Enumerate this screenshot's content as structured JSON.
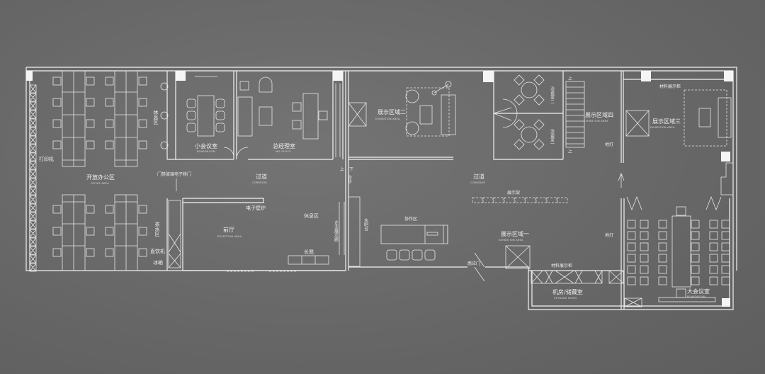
{
  "colors": {
    "background": "#6a6a6a",
    "lines": "#f2f2f2"
  },
  "rooms": {
    "printer": "打印机",
    "office_cn": "开放办公区",
    "office_en": "OFFICE AREA",
    "rest_vertical": "休息区",
    "small_board_cn": "小会议室",
    "small_board_en": "BOARDROOM",
    "md_cn": "总经理室",
    "md_en": "MD OFFICE",
    "glass_door": "门禁玻璃电子移门",
    "corridor1_cn": "过道",
    "corridor1_en": "CORRIDOR",
    "fireplace": "电子壁炉",
    "rest2": "休息区",
    "reception_cn": "前厅",
    "reception_en": "RECEPTION AREA",
    "bench": "长凳",
    "tea": "茶水区",
    "water": "直饮机",
    "fridge": "冰箱",
    "gallery": "企业展示廊",
    "bar": "水吧台",
    "up1": "上",
    "down1": "下",
    "steps": "台阶",
    "ex2_cn": "展示区域二",
    "ex2_en": "EXHIBITION AREA",
    "meet2": "洽谈室二",
    "meet1": "洽谈室一",
    "up2": "上",
    "up3": "上",
    "ex4_cn": "展示区域四",
    "ex4_en": "EXHIBITION AREA",
    "ex3_cn": "展示区域三",
    "ex3_en": "EXHIBITION AREA",
    "cabinet1": "材料展示柜",
    "floorlight1": "地灯",
    "floorlight2": "地灯",
    "corridor2_cn": "过道",
    "corridor2_en": "CORRIDOR",
    "rack": "展示架",
    "collab": "协作区",
    "ex1_cn": "展示区域一",
    "ex1_en": "EXHIBITION AREA",
    "auto_door": "感应门",
    "cabinet2": "材料展示柜",
    "storage_cn": "机房/储藏室",
    "storage_en": "STORAGE ROOM",
    "board_cn": "大会议室",
    "board_en": "BOARDROOM"
  }
}
